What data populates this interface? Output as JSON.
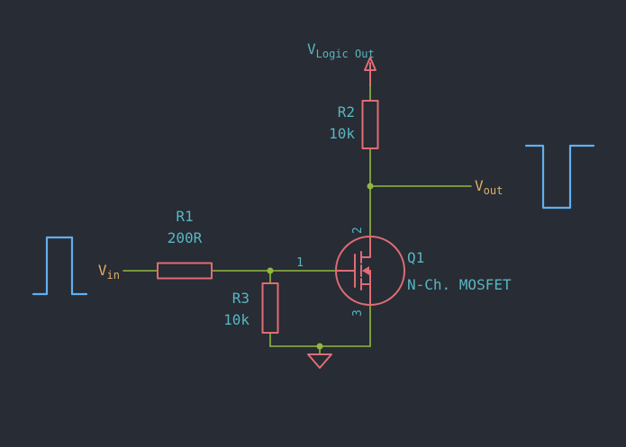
{
  "colors": {
    "background": "#282c34",
    "wire": "#8fb841",
    "component": "#e06c75",
    "label": "#56b6c2",
    "net_label": "#e0af68",
    "waveform": "#61afef"
  },
  "components": {
    "r1": {
      "ref": "R1",
      "value": "200R"
    },
    "r2": {
      "ref": "R2",
      "value": "10k"
    },
    "r3": {
      "ref": "R3",
      "value": "10k"
    },
    "q1": {
      "ref": "Q1",
      "value": "N-Ch. MOSFET",
      "pins": {
        "gate": "1",
        "drain": "2",
        "source": "3"
      }
    }
  },
  "nets": {
    "vin": {
      "base": "V",
      "sub": "in"
    },
    "vout": {
      "base": "V",
      "sub": "out"
    },
    "vlogic_out": {
      "base": "V",
      "sub": "Logic Out"
    }
  }
}
